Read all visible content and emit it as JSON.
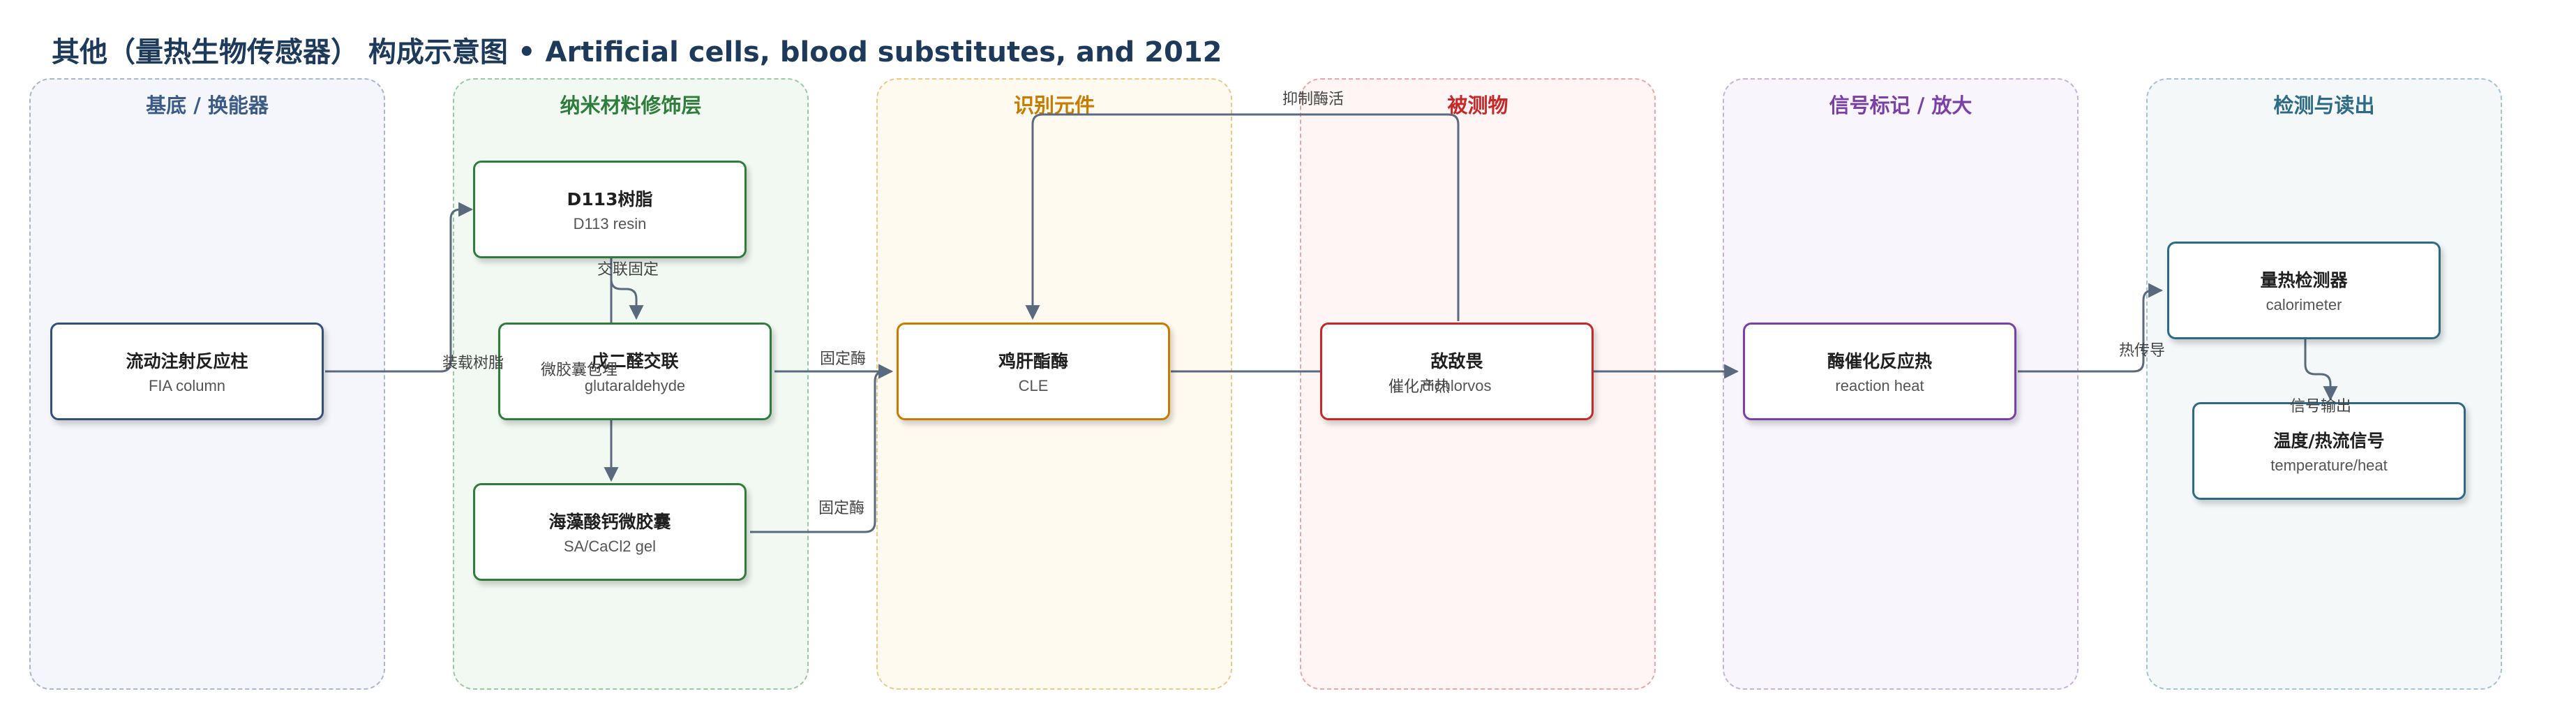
{
  "title": {
    "prefix": "其他（量热生物传感器） 构成示意图",
    "separator": "•",
    "subtitle": "Artificial cells, blood substitutes, and 2012"
  },
  "lanes": [
    {
      "id": "substrate",
      "label": "基底 / 换能器",
      "color": "#3b5b86",
      "bg": "#f4f6fb",
      "border": "#a8b6cf"
    },
    {
      "id": "nano",
      "label": "纳米材料修饰层",
      "color": "#2e7d3a",
      "bg": "#f2f9f3",
      "border": "#9cc9a3"
    },
    {
      "id": "recognition",
      "label": "识别元件",
      "color": "#c77b00",
      "bg": "#fffaf0",
      "border": "#ecc98a"
    },
    {
      "id": "analyte",
      "label": "被测物",
      "color": "#c62828",
      "bg": "#fff5f5",
      "border": "#eba7a7"
    },
    {
      "id": "signal",
      "label": "信号标记 / 放大",
      "color": "#7b3fa8",
      "bg": "#f8f5fc",
      "border": "#c6b2dd"
    },
    {
      "id": "readout",
      "label": "检测与读出",
      "color": "#2d6a86",
      "bg": "#f4f8f9",
      "border": "#a7c3cf"
    }
  ],
  "nodes": {
    "fia": {
      "title": "流动注射反应柱",
      "sub": "FIA column",
      "color": "#34507a"
    },
    "d113": {
      "title": "D113树脂",
      "sub": "D113 resin",
      "color": "#2e7d3a"
    },
    "glut": {
      "title": "戊二醛交联",
      "sub": "glutaraldehyde",
      "color": "#2e7d3a"
    },
    "gel": {
      "title": "海藻酸钙微胶囊",
      "sub": "SA/CaCl2 gel",
      "color": "#2e7d3a"
    },
    "cle": {
      "title": "鸡肝酯酶",
      "sub": "CLE",
      "color": "#c77b00"
    },
    "dichlorvos": {
      "title": "敌敌畏",
      "sub": "dichlorvos",
      "color": "#c62828"
    },
    "heat": {
      "title": "酶催化反应热",
      "sub": "reaction heat",
      "color": "#7b3fa8"
    },
    "calorimeter": {
      "title": "量热检测器",
      "sub": "calorimeter",
      "color": "#2d6a86"
    },
    "tempsig": {
      "title": "温度/热流信号",
      "sub": "temperature/heat",
      "color": "#2d6a86"
    }
  },
  "edge_labels": {
    "load_resin": "装载树脂",
    "crosslink_fix": "交联固定",
    "microcapsule_wrap": "微胶囊包埋",
    "fix_enzyme_1": "固定酶",
    "fix_enzyme_2": "固定酶",
    "inhibit_enzyme": "抑制酶活",
    "catalysis_heat": "催化产热",
    "heat_conduction": "热传导",
    "signal_output": "信号输出"
  },
  "edge_color": "#5a6a7e"
}
